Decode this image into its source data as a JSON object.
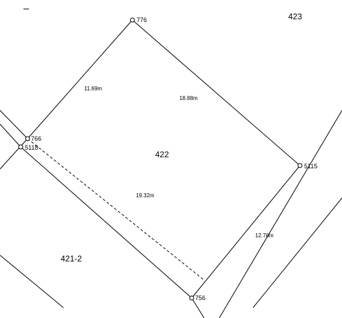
{
  "parcels": {
    "main": "422",
    "north_east": "423",
    "south_west": "421-2"
  },
  "points": {
    "p776": "776",
    "p766": "766",
    "p5118": "5118",
    "p5115": "5115",
    "p756": "756"
  },
  "distances": {
    "d1": "11.69m",
    "d2": "18.88m",
    "d3": "19.32m",
    "d4": "12.76m"
  }
}
